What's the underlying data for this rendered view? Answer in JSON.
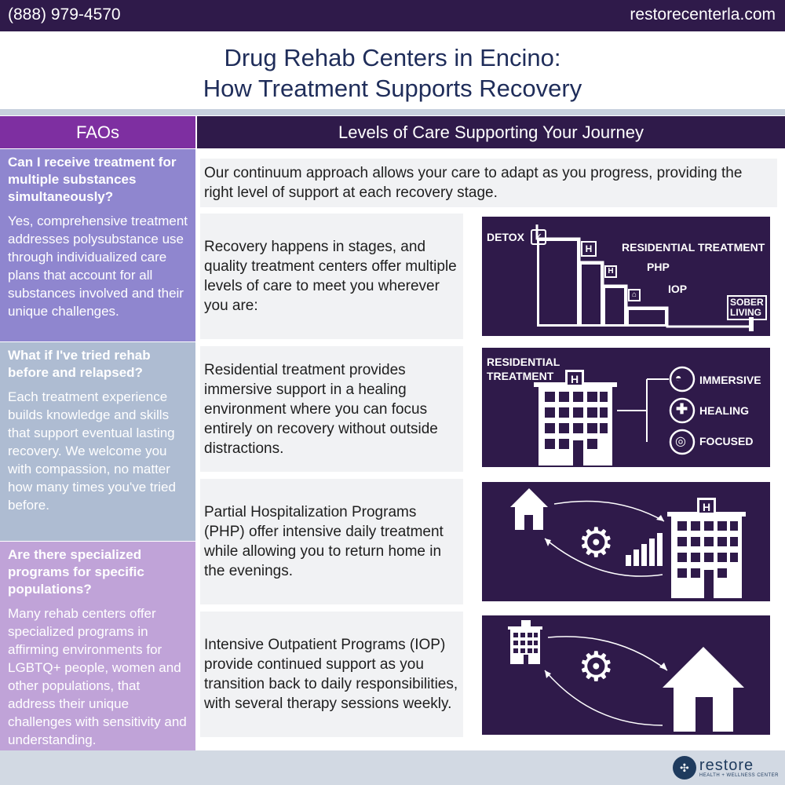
{
  "header": {
    "phone": "(888) 979-4570",
    "site": "restorecenterla.com"
  },
  "title": {
    "line1": "Drug Rehab Centers in Encino:",
    "line2": "How Treatment Supports Recovery"
  },
  "faq": {
    "heading": "FAOs",
    "items": [
      {
        "question": "Can I receive treatment for multiple substances simultaneously?",
        "answer": "Yes, comprehensive treatment addresses polysubstance use through individualized care plans that account for all substances involved and their unique challenges."
      },
      {
        "question": "What if I've tried rehab before and relapsed?",
        "answer": "Each treatment experience builds knowledge and skills that support eventual lasting recovery. We welcome you with compassion, no matter how many times you've tried before."
      },
      {
        "question": "Are there specialized programs for specific populations?",
        "answer": "Many rehab centers offer specialized programs in affirming environments for LGBTQ+ people, women and other populations, that address their unique challenges with sensitivity and understanding."
      }
    ]
  },
  "main": {
    "heading": "Levels of Care Supporting Your Journey",
    "intro": "Our continuum approach allows your care to adapt as you progress, providing the right level of support at each recovery stage.",
    "rows": [
      {
        "text": "Recovery happens in stages, and quality treatment centers offer multiple levels of care to meet you wherever you are:"
      },
      {
        "text": "Residential treatment provides immersive support in a healing environment where you can focus entirely on recovery without outside distractions."
      },
      {
        "text": "Partial Hospitalization Programs (PHP) offer intensive daily treatment while allowing you to return home in the evenings."
      },
      {
        "text": "Intensive Outpatient Programs (IOP) provide continued support as you transition back to daily responsibilities, with several therapy sessions weekly."
      }
    ]
  },
  "panel1": {
    "detox": "DETOX",
    "residential": "RESIDENTIAL TREATMENT",
    "php": "PHP",
    "iop": "IOP",
    "sober1": "SOBER",
    "sober2": "LIVING"
  },
  "panel2": {
    "title1": "RESIDENTIAL",
    "title2": "TREATMENT",
    "immersive": "IMMERSIVE",
    "healing": "HEALING",
    "focused": "FOCUSED"
  },
  "logo": {
    "brand": "restore",
    "sub": "HEALTH + WELLNESS CENTER"
  },
  "colors": {
    "dark_purple": "#2f1a4a",
    "faq_purple": "#7e2fa1",
    "title_navy": "#1f2d5a"
  },
  "icons": [
    "checkmark-icon",
    "hospital-icon",
    "house-icon",
    "gear-icon",
    "bar-chart-icon",
    "meditation-icon",
    "medical-cross-icon",
    "target-icon"
  ]
}
